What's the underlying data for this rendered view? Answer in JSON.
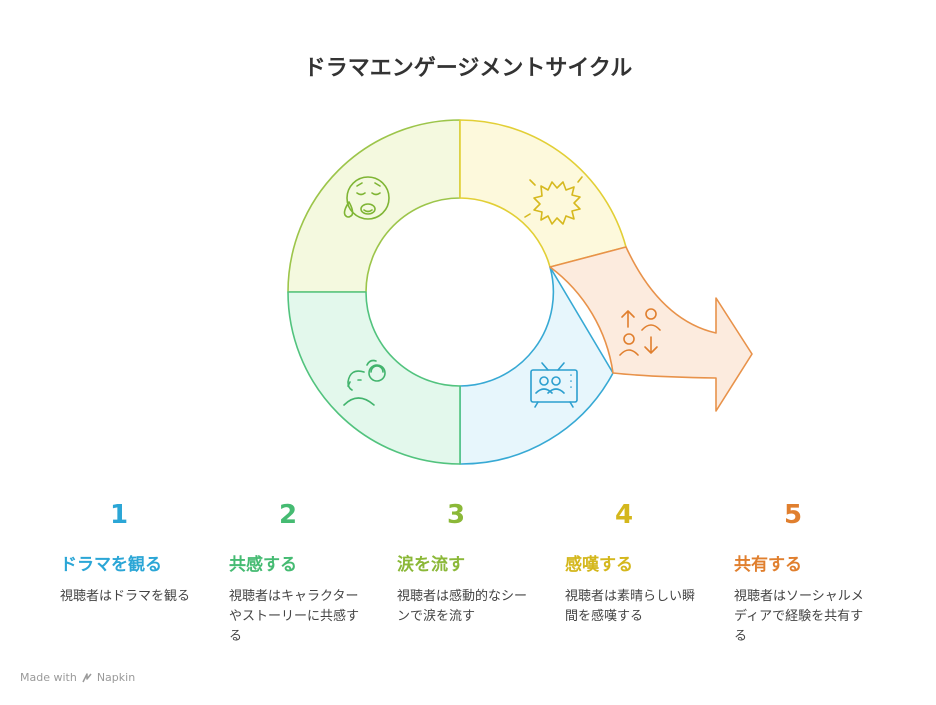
{
  "title": "ドラマエンゲージメントサイクル",
  "diagram": {
    "segments": [
      {
        "name": "segment-tearing",
        "fill": "#f4f9df",
        "stroke": "#9cc54a",
        "icon": "crying-face-icon"
      },
      {
        "name": "segment-impressed",
        "fill": "#fdf9dc",
        "stroke": "#e2cf36",
        "icon": "sparkle-burst-icon"
      },
      {
        "name": "segment-share-arrow",
        "fill": "#fcebde",
        "stroke": "#e8924a",
        "icon": "people-exchange-icon"
      },
      {
        "name": "segment-watch",
        "fill": "#e7f6fc",
        "stroke": "#37a9d4",
        "icon": "television-icon"
      },
      {
        "name": "segment-empathy",
        "fill": "#e3f8ec",
        "stroke": "#52c37e",
        "icon": "empathy-face-icon"
      }
    ]
  },
  "steps": [
    {
      "number": "1",
      "label": "ドラマを観る",
      "description": "視聴者はドラマを観る",
      "color": "#2ba6d6"
    },
    {
      "number": "2",
      "label": "共感する",
      "description": "視聴者はキャラクターやストーリーに共感する",
      "color": "#45bb72"
    },
    {
      "number": "3",
      "label": "涙を流す",
      "description": "視聴者は感動的なシーンで涙を流す",
      "color": "#8bb838"
    },
    {
      "number": "4",
      "label": "感嘆する",
      "description": "視聴者は素晴らしい瞬間を感嘆する",
      "color": "#d4b71c"
    },
    {
      "number": "5",
      "label": "共有する",
      "description": "視聴者はソーシャルメディアで経験を共有する",
      "color": "#e07f2e"
    }
  ],
  "footer": {
    "made_with": "Made with",
    "brand": "Napkin"
  }
}
